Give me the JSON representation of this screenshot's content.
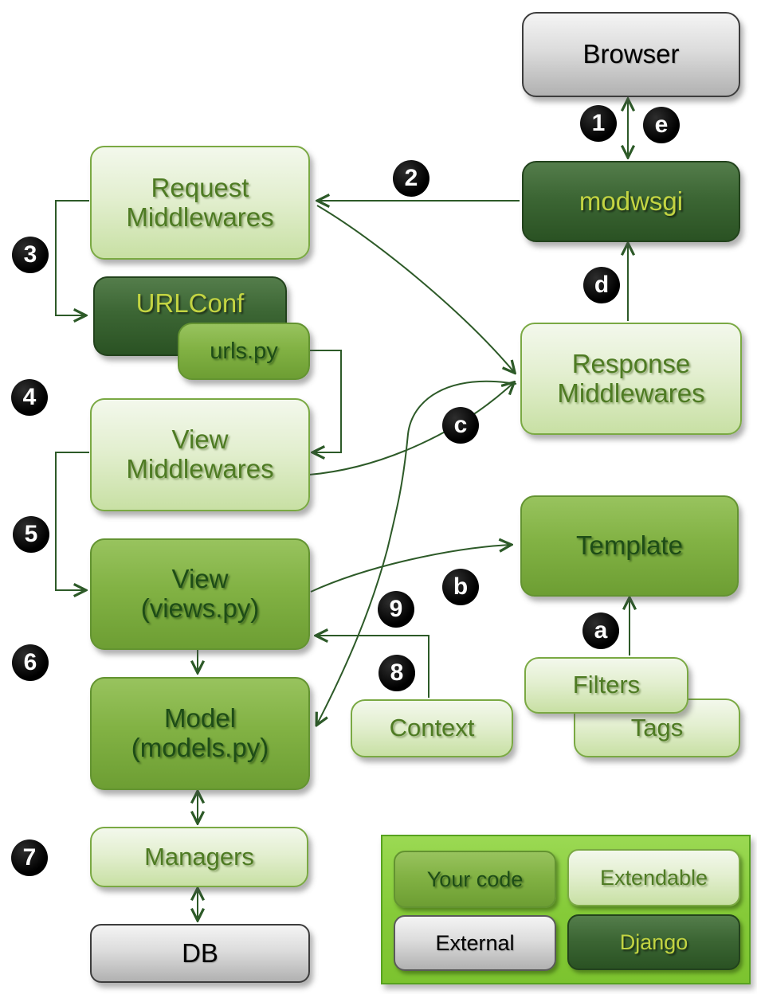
{
  "diagram": {
    "nodes": {
      "browser": {
        "text": "Browser",
        "category": "external"
      },
      "modwsgi": {
        "text": "modwsgi",
        "category": "django"
      },
      "request_middlewares": {
        "line1": "Request",
        "line2": "Middlewares",
        "category": "extendable"
      },
      "urlconf": {
        "text": "URLConf",
        "category": "django"
      },
      "urls_py": {
        "text": "urls.py",
        "category": "your-code"
      },
      "view_middlewares": {
        "line1": "View",
        "line2": "Middlewares",
        "category": "extendable"
      },
      "view": {
        "line1": "View",
        "line2": "(views.py)",
        "category": "your-code"
      },
      "model": {
        "line1": "Model",
        "line2": "(models.py)",
        "category": "your-code"
      },
      "managers": {
        "text": "Managers",
        "category": "extendable"
      },
      "db": {
        "text": "DB",
        "category": "external"
      },
      "response_middlewares": {
        "line1": "Response",
        "line2": "Middlewares",
        "category": "extendable"
      },
      "template": {
        "text": "Template",
        "category": "your-code"
      },
      "filters": {
        "text": "Filters",
        "category": "extendable"
      },
      "tags": {
        "text": "Tags",
        "category": "extendable"
      },
      "context": {
        "text": "Context",
        "category": "extendable"
      }
    },
    "steps": {
      "s1": "1",
      "s2": "2",
      "s3": "3",
      "s4": "4",
      "s5": "5",
      "s6": "6",
      "s7": "7",
      "s8": "8",
      "s9": "9",
      "sa": "a",
      "sb": "b",
      "sc": "c",
      "sd": "d",
      "se": "e"
    },
    "legend": {
      "your_code": "Your code",
      "extendable": "Extendable",
      "external": "External",
      "django": "Django"
    },
    "colors": {
      "connector": "#2d5a28",
      "your_code_fill": "#82b244",
      "extendable_fill": "#e3efd0",
      "external_fill": "#dcdcdc",
      "django_fill": "#3c6634",
      "legend_panel_fill": "#86cb39",
      "step_badge_fill": "#000000"
    }
  }
}
